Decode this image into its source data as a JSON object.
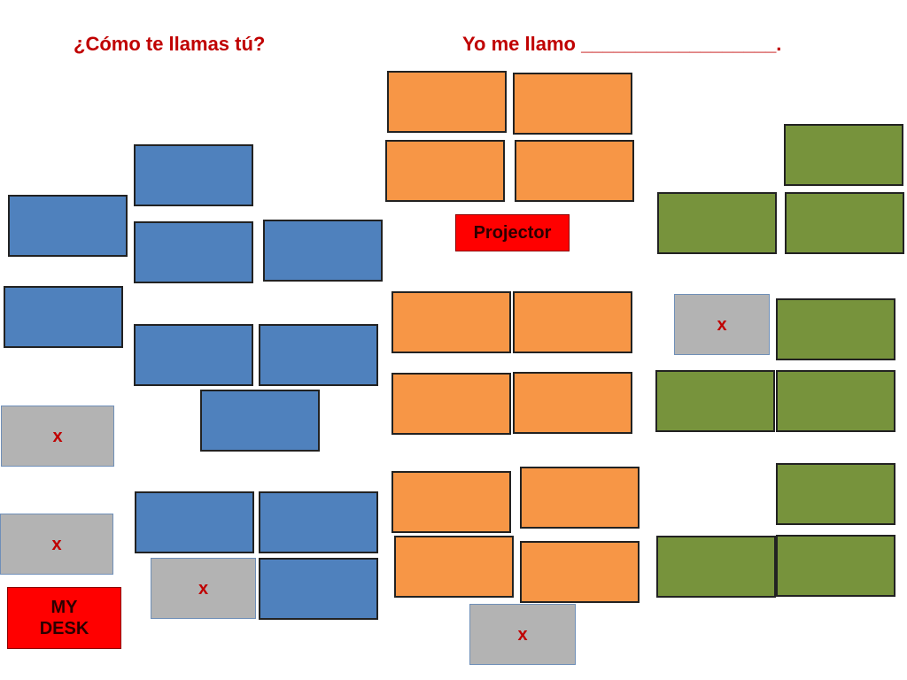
{
  "header": {
    "question": "¿Cómo te llamas tú?",
    "answer": "Yo me llamo __________________."
  },
  "labels": {
    "projector": "Projector",
    "my_desk": "MY\nDESK"
  },
  "empty_seat_mark": "x",
  "colors": {
    "blue_group": "#4f81bd",
    "orange_group": "#f79646",
    "green_group": "#77933c",
    "empty_seat": "#b3b3b3",
    "labels": "#ff0000",
    "title_text": "#c00000"
  }
}
